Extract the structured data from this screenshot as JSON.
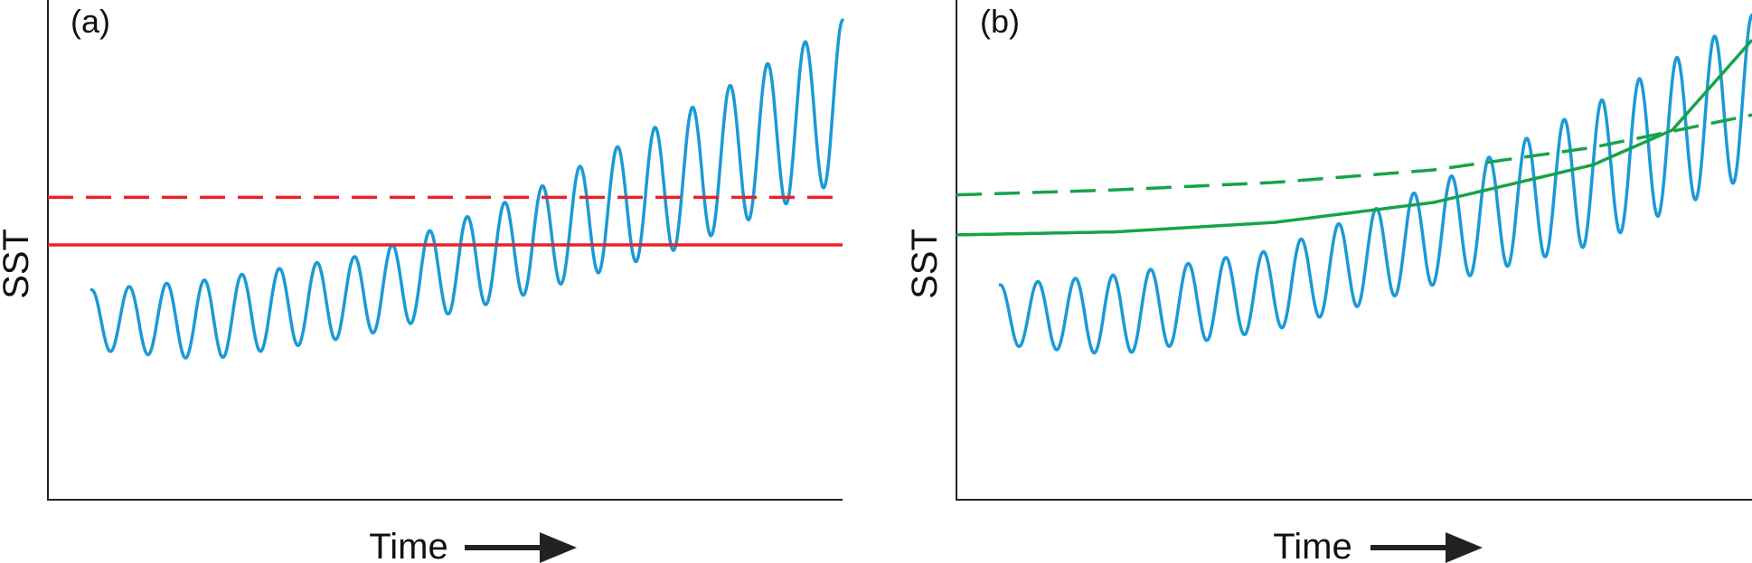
{
  "colors": {
    "signal": "#1a9ad6",
    "threshold_a": "#e8222a",
    "threshold_b": "#16a34a",
    "axis": "#222222"
  },
  "chart_data": [
    {
      "type": "line",
      "panel_label": "(a)",
      "xlabel": "Time",
      "ylabel": "SST",
      "xlim": [
        0,
        100
      ],
      "ylim": [
        0,
        100
      ],
      "grid": false,
      "arrow_on_xlabel": true,
      "series": [
        {
          "role": "signal",
          "style": "solid",
          "color": "#1a9ad6",
          "x": [
            5.5,
            100
          ],
          "cycles": 20,
          "trend": {
            "x": [
              5.5,
              20,
              40,
              60,
              80,
              100
            ],
            "y": [
              36,
              36,
              41,
              51,
              64,
              80
            ]
          },
          "amplitude": {
            "x": [
              5.5,
              20,
              40,
              60,
              80,
              100
            ],
            "y": [
              6,
              8,
              8,
              10,
              13.5,
              16
            ]
          }
        },
        {
          "role": "threshold",
          "style": "dashed",
          "color": "#e8222a",
          "x": [
            0,
            100
          ],
          "y": [
            60.5,
            60.5
          ]
        },
        {
          "role": "threshold",
          "style": "solid",
          "color": "#e8222a",
          "x": [
            0,
            100
          ],
          "y": [
            51,
            51
          ]
        }
      ]
    },
    {
      "type": "line",
      "panel_label": "(b)",
      "xlabel": "Time",
      "ylabel": "SST",
      "xlim": [
        0,
        100
      ],
      "ylim": [
        0,
        100
      ],
      "grid": false,
      "arrow_on_xlabel": true,
      "series": [
        {
          "role": "signal",
          "style": "solid",
          "color": "#1a9ad6",
          "x": [
            5.5,
            100
          ],
          "cycles": 20,
          "trend": {
            "x": [
              5.5,
              20,
              40,
              60,
              80,
              100
            ],
            "y": [
              37,
              37,
              42,
              53,
              65,
              81
            ]
          },
          "amplitude": {
            "x": [
              5.5,
              20,
              40,
              60,
              80,
              100
            ],
            "y": [
              6,
              8,
              8,
              10,
              14,
              16
            ]
          }
        },
        {
          "role": "threshold",
          "style": "dashed",
          "color": "#16a34a",
          "x": [
            0,
            20,
            40,
            60,
            80,
            100
          ],
          "y": [
            61,
            62,
            63.5,
            66,
            70.5,
            77
          ]
        },
        {
          "role": "threshold",
          "style": "solid",
          "color": "#16a34a",
          "x": [
            0,
            20,
            40,
            60,
            80,
            90,
            100
          ],
          "y": [
            53,
            53.6,
            55.5,
            59.5,
            67,
            74,
            92
          ]
        }
      ]
    }
  ]
}
